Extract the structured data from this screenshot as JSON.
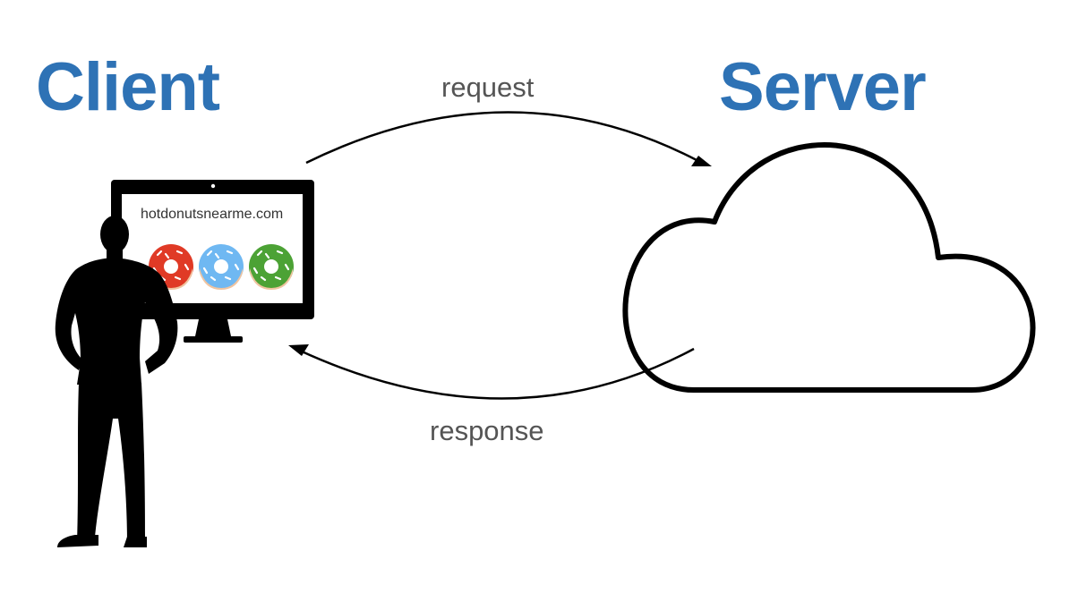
{
  "client": {
    "title": "Client"
  },
  "server": {
    "title": "Server"
  },
  "request": {
    "label": "request"
  },
  "response": {
    "label": "response"
  },
  "monitor": {
    "website": "hotdonutsnearme.com"
  },
  "colors": {
    "title": "#2e72b5",
    "arrow_label": "#555555",
    "donut_red": "#e03a26",
    "donut_blue": "#6fb8f2",
    "donut_green": "#4ca235"
  },
  "icons": [
    "person-silhouette-icon",
    "monitor-icon",
    "donut-icon",
    "cloud-icon",
    "arrowhead-icon"
  ]
}
